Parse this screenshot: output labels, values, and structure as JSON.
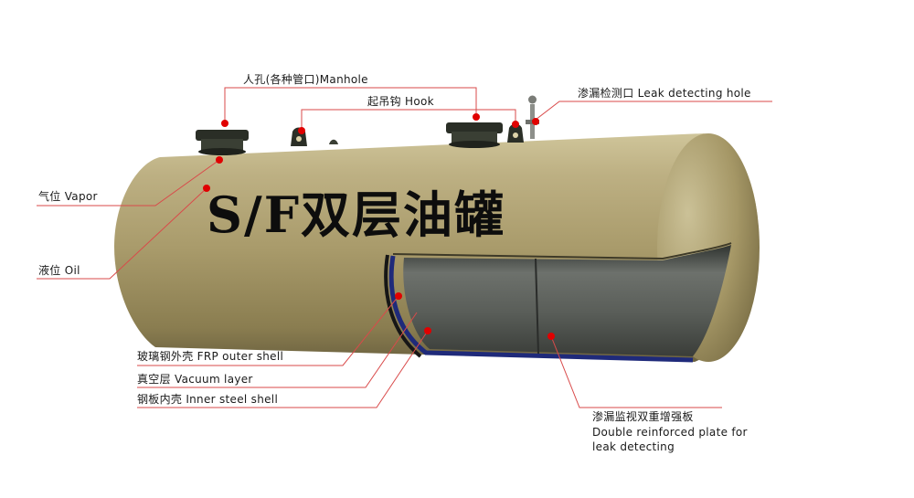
{
  "title": "S/F双层油罐",
  "labels": {
    "manhole": "人孔(各种管口)Manhole",
    "hook": "起吊钩 Hook",
    "leak_hole": "渗漏检测口 Leak detecting hole",
    "vapor": "气位 Vapor",
    "oil": "液位 Oil",
    "frp_shell": "玻璃钢外壳 FRP outer shell",
    "vacuum_layer": "真空层 Vacuum layer",
    "inner_steel_shell": "钢板内壳 Inner steel shell",
    "reinforced_plate_cn": "渗漏监视双重增强板",
    "reinforced_plate_en_1": "Double reinforced plate for",
    "reinforced_plate_en_2": "leak detecting"
  },
  "colors": {
    "shell": "#a89a6a",
    "shell_dark": "#6f6440",
    "interior": "#5c605c",
    "inner_edge": "#1f2a7a",
    "leader": "#d94a4a",
    "dot": "#e00000"
  }
}
